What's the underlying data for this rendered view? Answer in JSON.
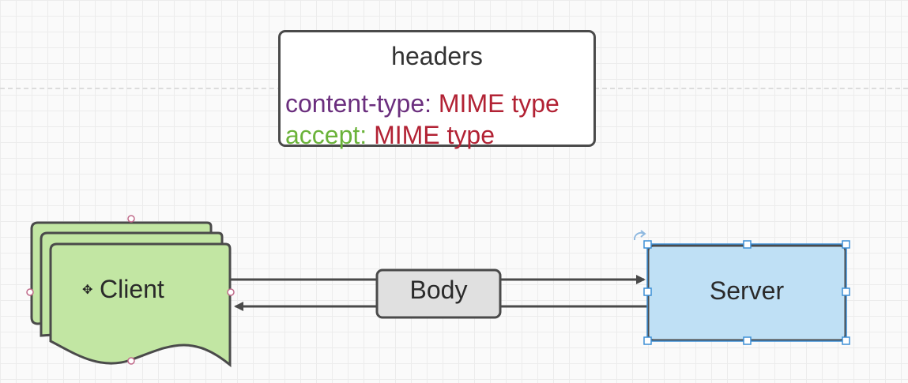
{
  "headers_box": {
    "title": "headers",
    "line1": {
      "key": "content-type:",
      "value": " MIME type"
    },
    "line2": {
      "key": "accept:",
      "value": " MIME type"
    }
  },
  "shapes": {
    "client": "Client",
    "body": "Body",
    "server": "Server"
  },
  "colors": {
    "content_type_key": "#6b2f7e",
    "accept_key": "#6bb33a",
    "mime_value": "#b22234",
    "client_fill": "#c2e6a3",
    "server_fill": "#bfe0f5",
    "body_fill": "#e0e0e0",
    "stroke": "#4a4a4a",
    "selection": "#3d8fd6"
  },
  "icons": {
    "move_cursor": "move-cursor-icon",
    "rotate_handle": "rotate-handle-icon"
  }
}
